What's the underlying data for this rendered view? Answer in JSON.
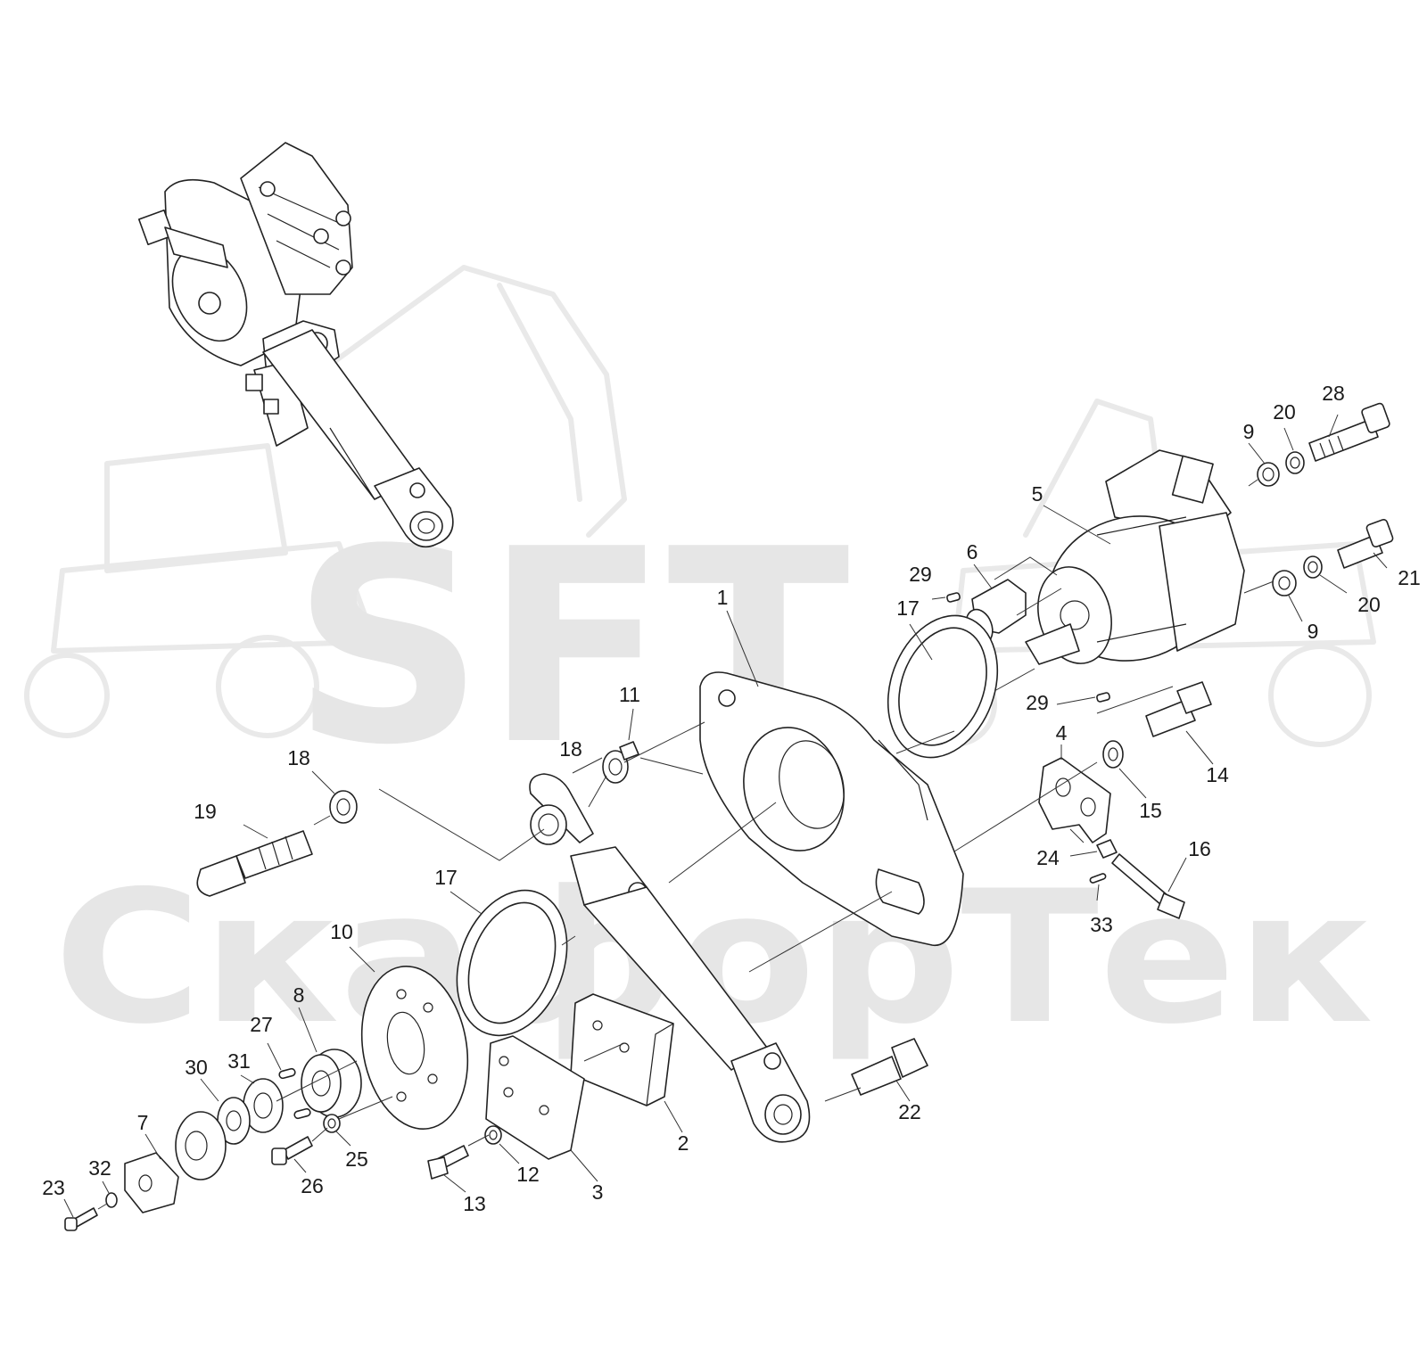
{
  "watermark": {
    "logo_text": "SFT",
    "brand_text": "СкафорТек"
  },
  "callouts": [
    {
      "id": "c1",
      "label": "1"
    },
    {
      "id": "c2",
      "label": "2"
    },
    {
      "id": "c3",
      "label": "3"
    },
    {
      "id": "c4",
      "label": "4"
    },
    {
      "id": "c5",
      "label": "5"
    },
    {
      "id": "c6",
      "label": "6"
    },
    {
      "id": "c7",
      "label": "7"
    },
    {
      "id": "c8",
      "label": "8"
    },
    {
      "id": "c9a",
      "label": "9"
    },
    {
      "id": "c9b",
      "label": "9"
    },
    {
      "id": "c10",
      "label": "10"
    },
    {
      "id": "c11",
      "label": "11"
    },
    {
      "id": "c12",
      "label": "12"
    },
    {
      "id": "c13",
      "label": "13"
    },
    {
      "id": "c14",
      "label": "14"
    },
    {
      "id": "c15",
      "label": "15"
    },
    {
      "id": "c16",
      "label": "16"
    },
    {
      "id": "c17a",
      "label": "17"
    },
    {
      "id": "c17b",
      "label": "17"
    },
    {
      "id": "c18a",
      "label": "18"
    },
    {
      "id": "c18b",
      "label": "18"
    },
    {
      "id": "c19",
      "label": "19"
    },
    {
      "id": "c20a",
      "label": "20"
    },
    {
      "id": "c20b",
      "label": "20"
    },
    {
      "id": "c21",
      "label": "21"
    },
    {
      "id": "c22",
      "label": "22"
    },
    {
      "id": "c23",
      "label": "23"
    },
    {
      "id": "c24",
      "label": "24"
    },
    {
      "id": "c25",
      "label": "25"
    },
    {
      "id": "c26",
      "label": "26"
    },
    {
      "id": "c27",
      "label": "27"
    },
    {
      "id": "c28",
      "label": "28"
    },
    {
      "id": "c29a",
      "label": "29"
    },
    {
      "id": "c29b",
      "label": "29"
    },
    {
      "id": "c30",
      "label": "30"
    },
    {
      "id": "c31",
      "label": "31"
    },
    {
      "id": "c32",
      "label": "32"
    },
    {
      "id": "c33",
      "label": "33"
    }
  ]
}
